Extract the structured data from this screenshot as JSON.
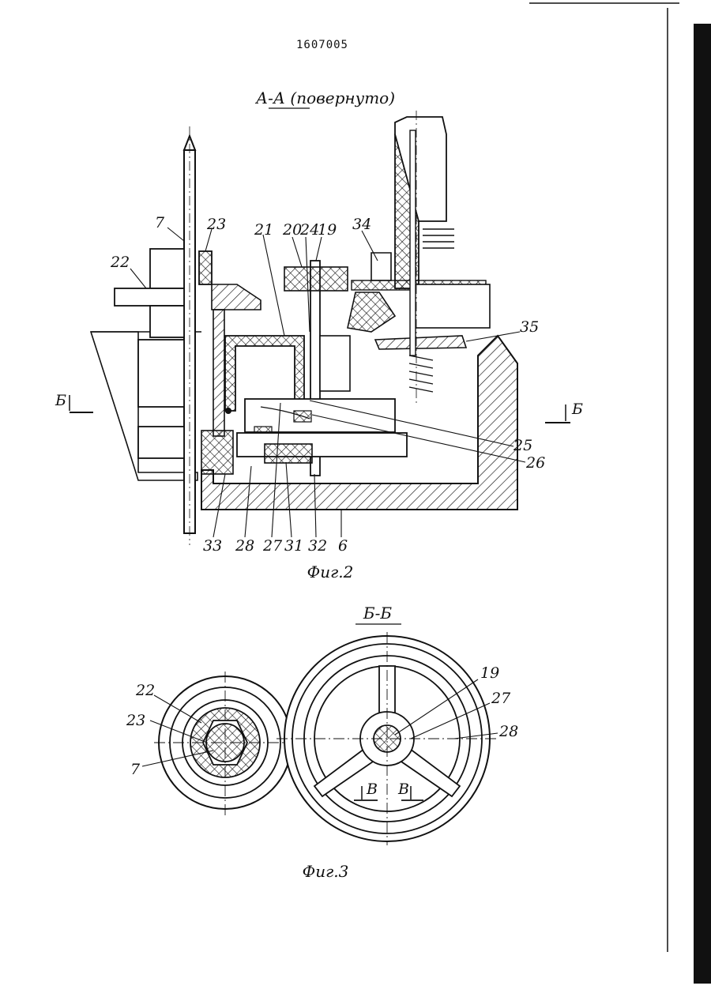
{
  "document": {
    "patent_number": "1607005",
    "figure2": {
      "section_title": "А-А (повернуто)",
      "caption": "Фиг.2",
      "section_marks": [
        "Б",
        "Б"
      ],
      "labels": [
        "7",
        "23",
        "22",
        "21",
        "20",
        "24",
        "19",
        "34",
        "35",
        "25",
        "26",
        "33",
        "28",
        "27",
        "31",
        "32",
        "6"
      ]
    },
    "figure3": {
      "section_title": "Б-Б",
      "caption": "Фиг.3",
      "section_marks": [
        "В",
        "В"
      ],
      "labels": [
        "22",
        "23",
        "7",
        "19",
        "27",
        "28"
      ]
    }
  },
  "colors": {
    "ink": "#111111",
    "paper": "#ffffff"
  }
}
